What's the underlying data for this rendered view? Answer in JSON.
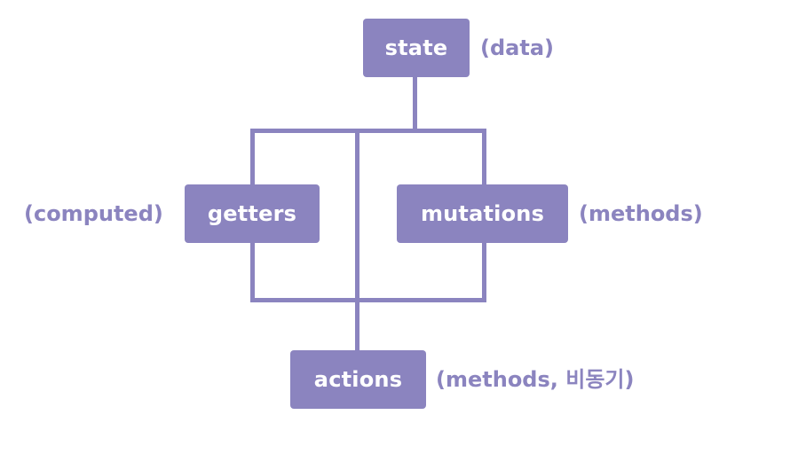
{
  "colors": {
    "accent": "#8b84bf",
    "node_text": "#ffffff",
    "background": "#ffffff"
  },
  "nodes": {
    "state": {
      "label": "state",
      "note": "(data)"
    },
    "getters": {
      "label": "getters",
      "note": "(computed)"
    },
    "mutations": {
      "label": "mutations",
      "note": "(methods)"
    },
    "actions": {
      "label": "actions",
      "note": "(methods, 비동기)"
    }
  }
}
